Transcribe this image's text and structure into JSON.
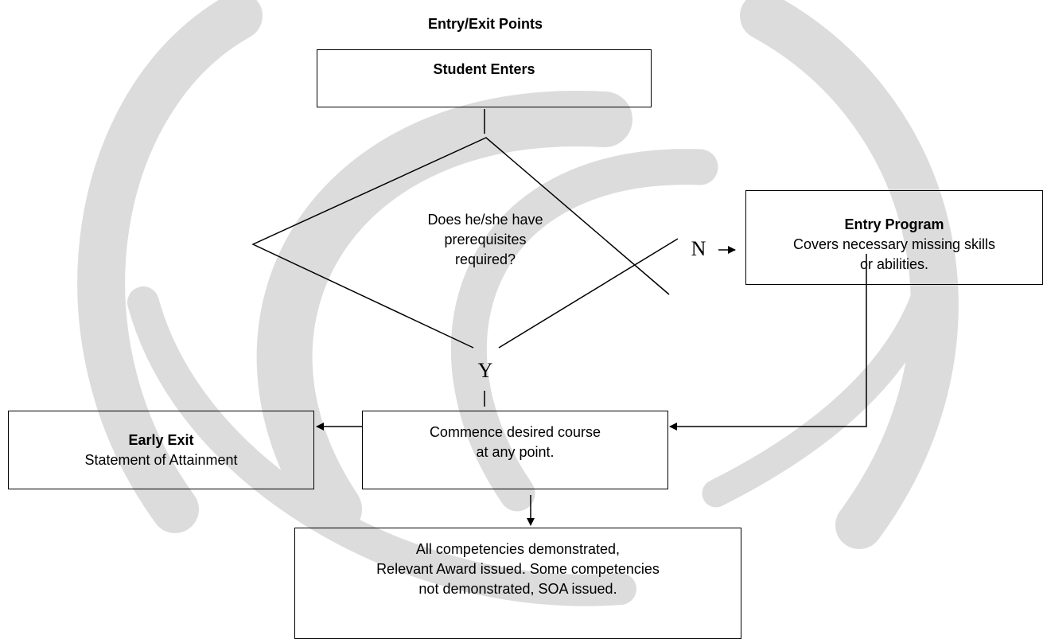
{
  "title": "Entry/Exit Points",
  "nodes": {
    "start": {
      "title": "Student Enters"
    },
    "decision": {
      "lines": [
        "Does he/she have",
        "prerequisites",
        "required?"
      ]
    },
    "entry_program": {
      "title": "Entry Program",
      "lines": [
        "Covers necessary missing skills",
        "or abilities."
      ]
    },
    "commence": {
      "lines": [
        "Commence desired course",
        "at any point."
      ]
    },
    "early_exit": {
      "title": "Early Exit",
      "subtitle": "Statement of Attainment"
    },
    "outcome": {
      "lines": [
        "All competencies demonstrated,",
        "Relevant Award issued.  Some competencies",
        "not demonstrated, SOA issued."
      ]
    }
  },
  "branch_labels": {
    "no": "N",
    "yes": "Y"
  },
  "colors": {
    "line": "#000000",
    "watermark": "#d9d9d9"
  }
}
